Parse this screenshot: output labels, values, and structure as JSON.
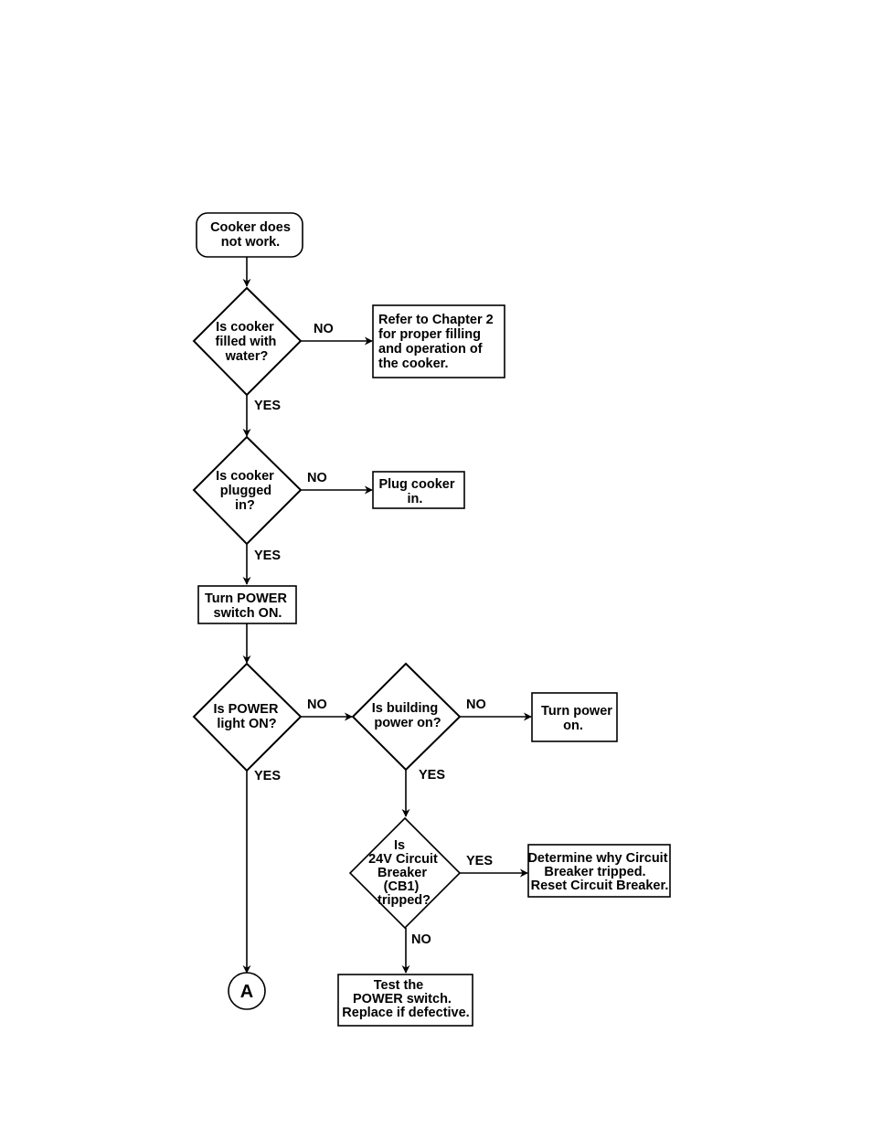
{
  "nodes": {
    "start": [
      "Cooker does",
      "not work."
    ],
    "q_water": [
      "Is cooker",
      "filled with",
      "water?"
    ],
    "refer_chapter": [
      "Refer to Chapter 2",
      "for proper filling",
      "and operation of",
      "the cooker."
    ],
    "q_plugged": [
      "Is cooker",
      "plugged",
      "in?"
    ],
    "plug_in": [
      "Plug cooker",
      "in."
    ],
    "turn_switch": [
      "Turn POWER",
      "switch ON."
    ],
    "q_light": [
      "Is POWER",
      "light ON?"
    ],
    "q_building": [
      "Is building",
      "power on?"
    ],
    "turn_power_on": [
      "Turn power",
      "on."
    ],
    "q_breaker": [
      "Is",
      "24V Circuit",
      "Breaker",
      "(CB1)",
      "tripped?"
    ],
    "determine_why": [
      "Determine why Circuit",
      "Breaker tripped.",
      "Reset Circuit Breaker."
    ],
    "test_switch": [
      "Test the",
      "POWER switch.",
      "Replace if defective."
    ],
    "connector_a": [
      "A"
    ]
  },
  "labels": {
    "water_no": "NO",
    "water_yes": "YES",
    "plugged_no": "NO",
    "plugged_yes": "YES",
    "light_no": "NO",
    "light_yes": "YES",
    "building_no": "NO",
    "building_yes": "YES",
    "breaker_yes": "YES",
    "breaker_no": "NO"
  }
}
